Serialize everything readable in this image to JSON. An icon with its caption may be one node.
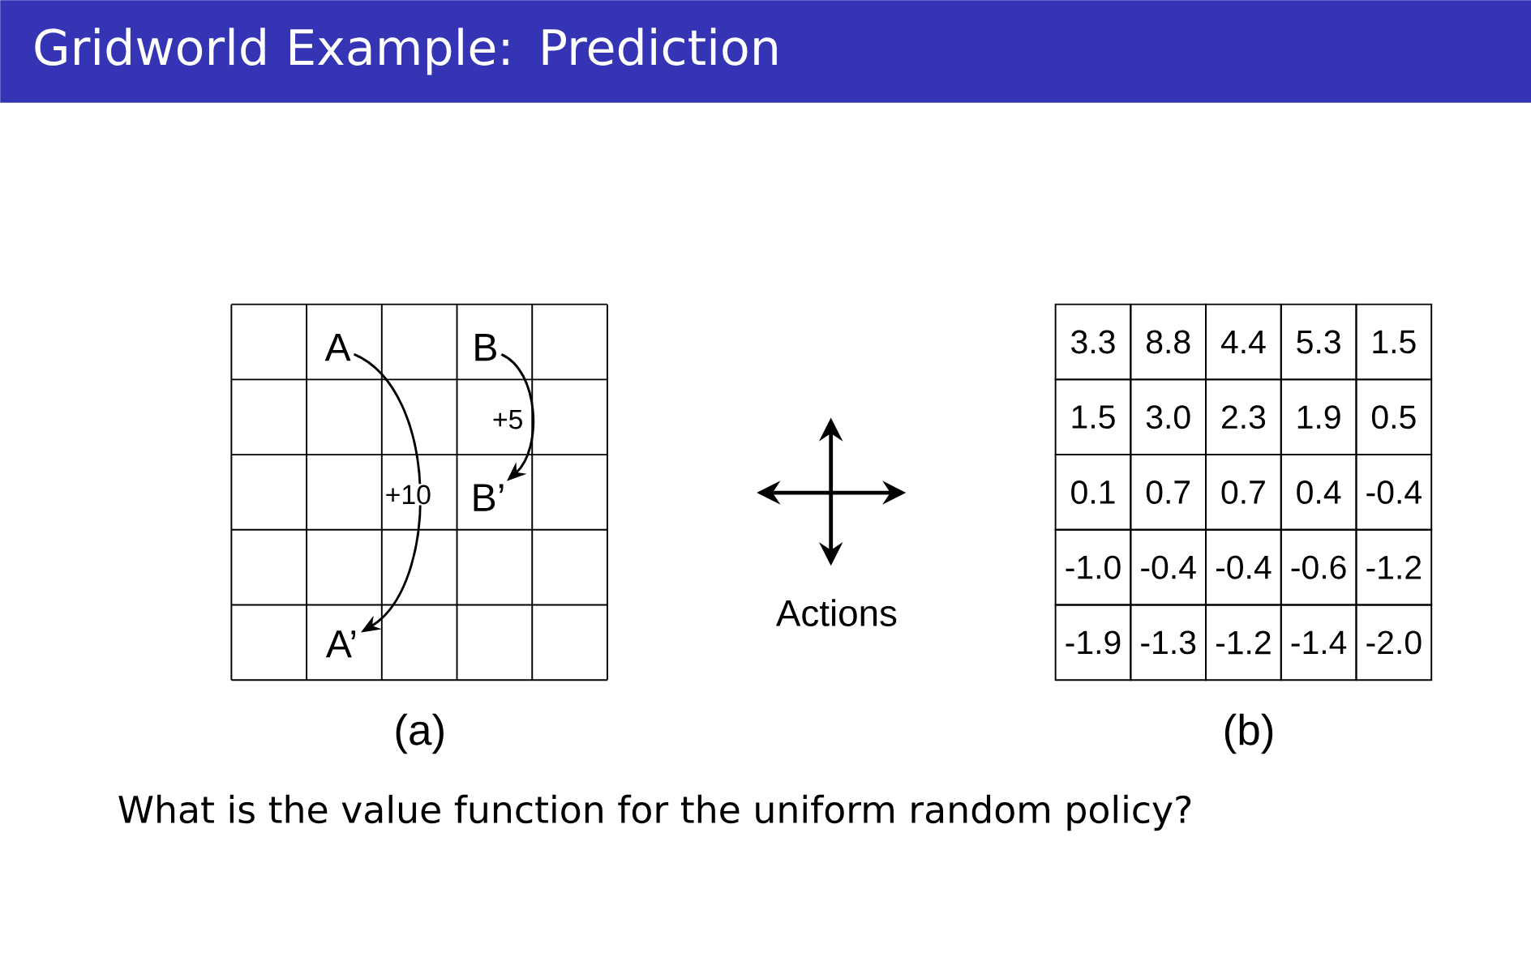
{
  "diagram": {
    "title": "Gridworld Example: Prediction",
    "caption": "What is the value function for the uniform random policy?",
    "nodes": [
      {
        "text": [
          "A"
        ]
      },
      {
        "text": [
          "B"
        ]
      },
      {
        "text": [
          "B’"
        ]
      },
      {
        "text": [
          "A’"
        ]
      }
    ],
    "edges": [
      {
        "from": 0,
        "to": 3,
        "arrow": "to",
        "label": "+10"
      },
      {
        "from": 1,
        "to": 2,
        "arrow": "to",
        "label": "+5"
      }
    ],
    "labels": [
      "3.3",
      "8.8",
      "4.4",
      "5.3",
      "1.5",
      "1.5",
      "3.0",
      "2.3",
      "1.9",
      "0.5",
      "0.1",
      "0.7",
      "0.7",
      "0.4",
      "-0.4",
      "-1.0",
      "-0.4",
      "-0.4",
      "-0.6",
      "-1.2",
      "-1.9",
      "-1.3",
      "-1.2",
      "-1.4",
      "-2.0",
      "Actions",
      "(a)",
      "(b)"
    ]
  }
}
